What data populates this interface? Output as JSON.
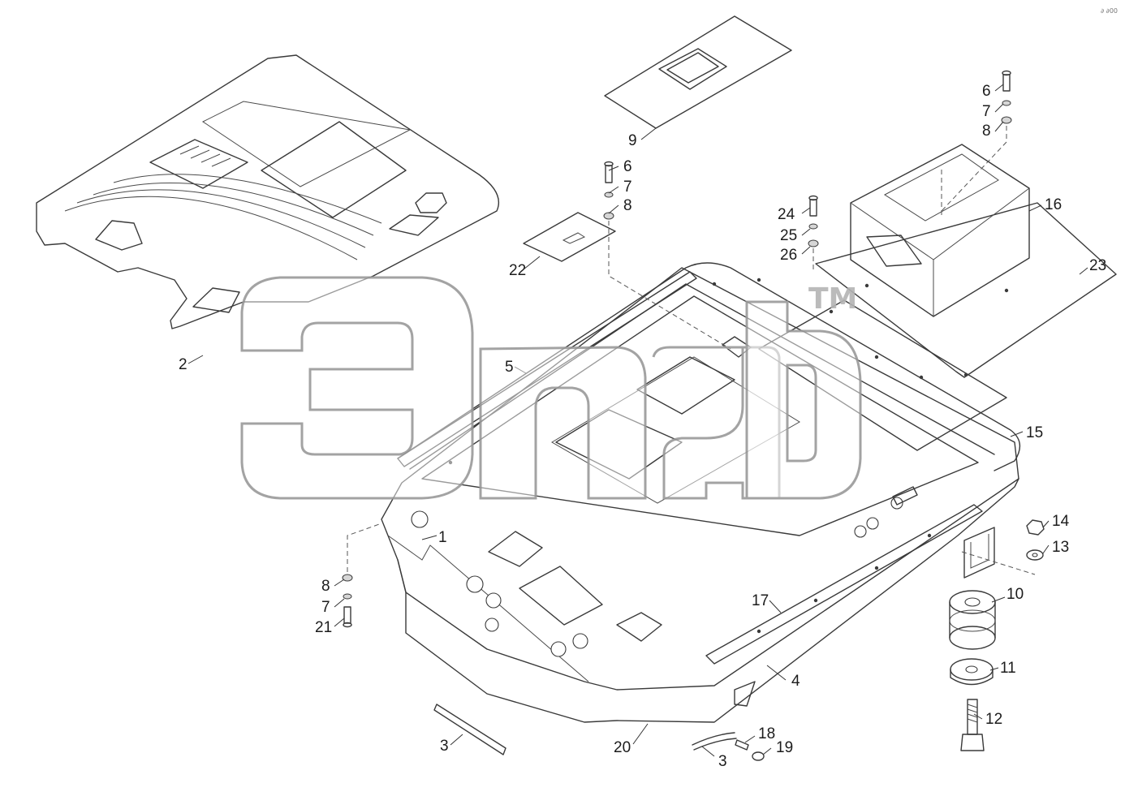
{
  "diagram": {
    "callouts": [
      "1",
      "2",
      "3",
      "3",
      "4",
      "5",
      "6",
      "7",
      "8",
      "6",
      "7",
      "8",
      "8",
      "7",
      "21",
      "9",
      "10",
      "11",
      "12",
      "13",
      "14",
      "15",
      "16",
      "17",
      "18",
      "19",
      "20",
      "22",
      "23",
      "24",
      "25",
      "26"
    ],
    "trademark": "TM",
    "corner_mark": "∂ ∂00"
  },
  "colors": {
    "line": "#3a3a3a",
    "watermark": "#9a9a9a",
    "background": "#ffffff"
  }
}
